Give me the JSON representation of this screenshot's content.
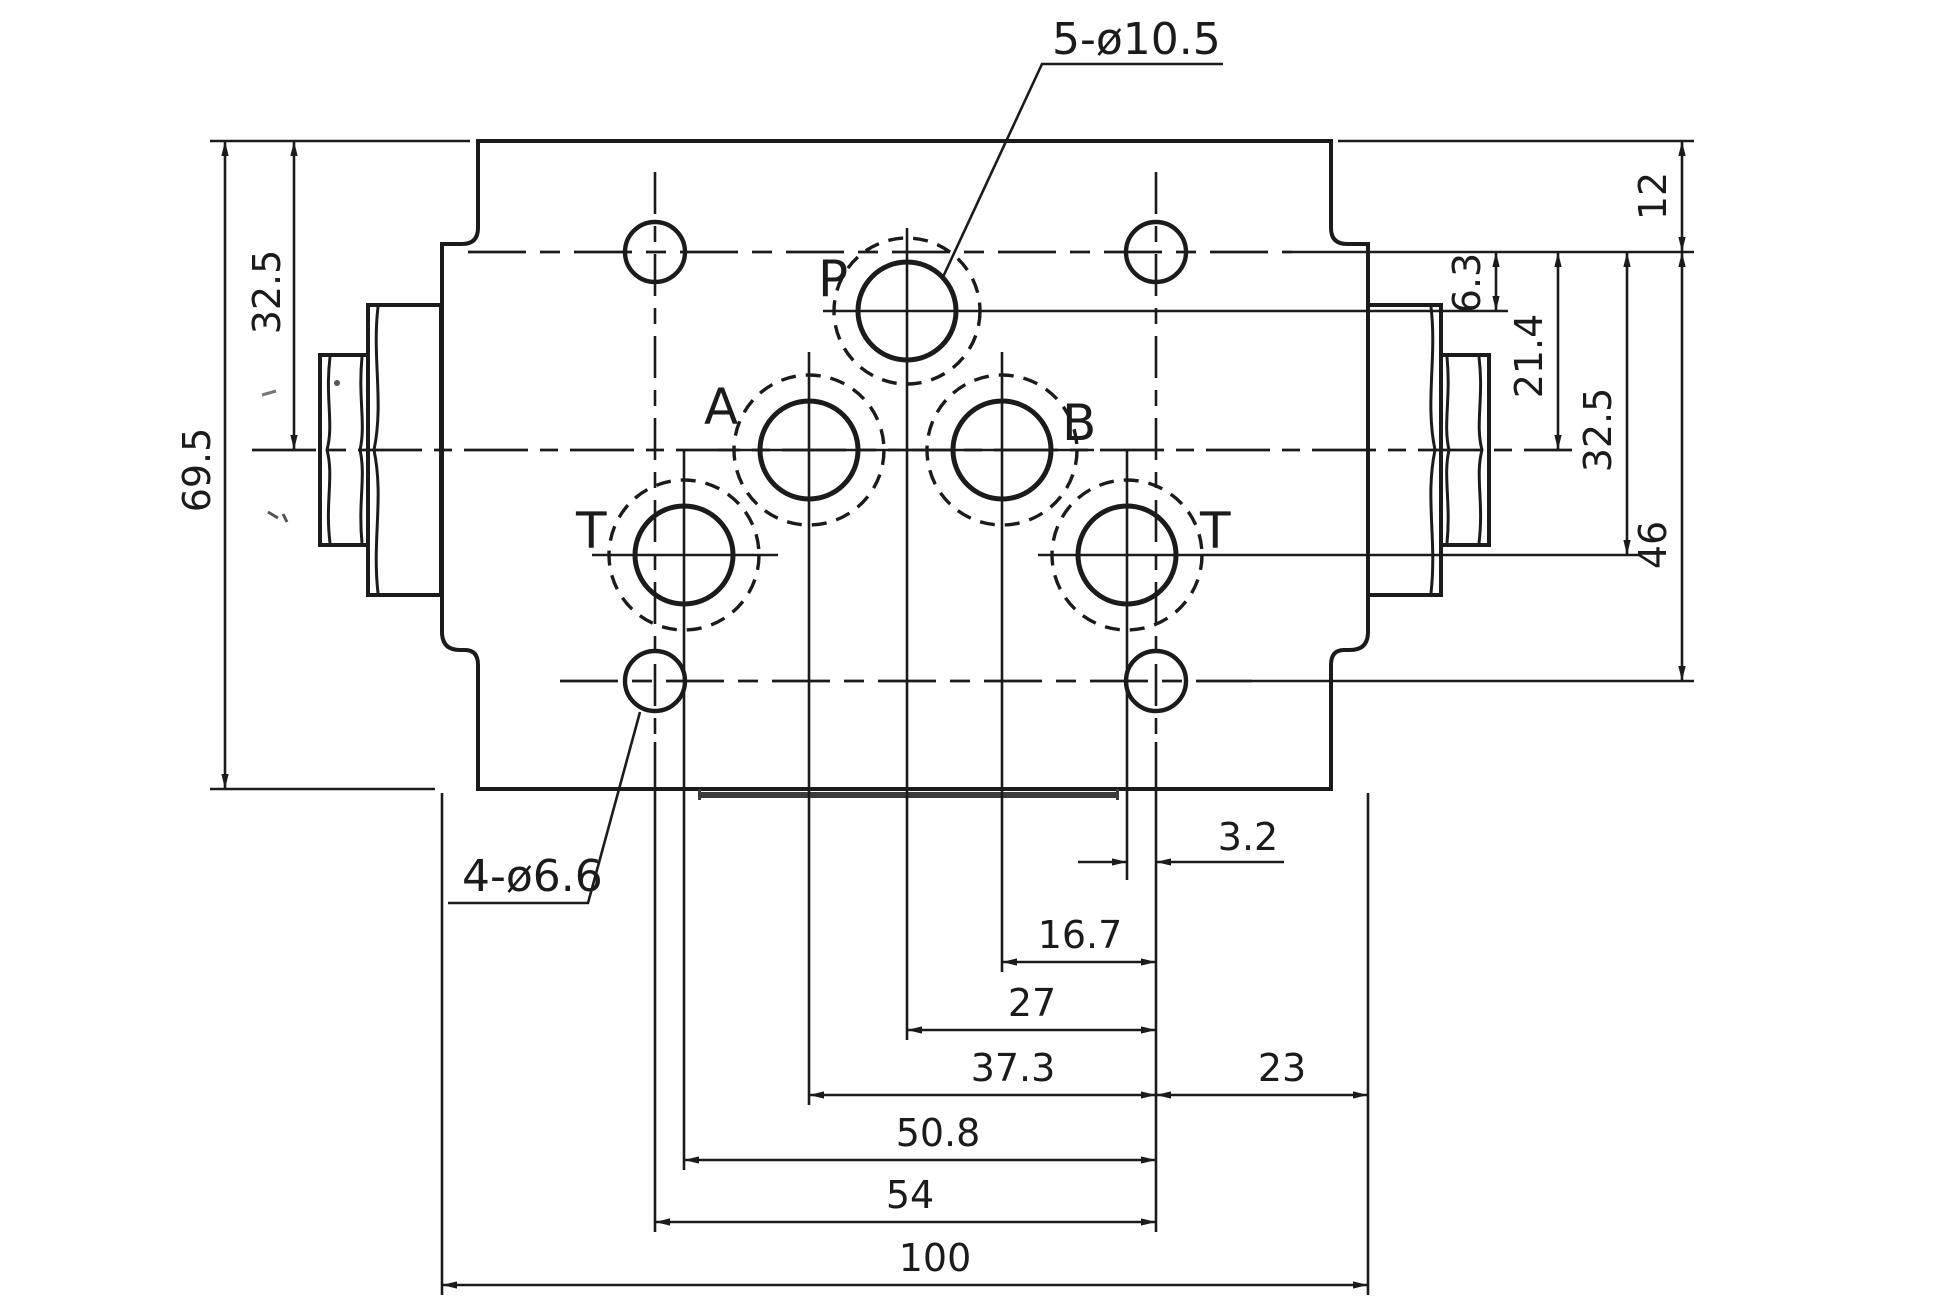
{
  "notes": {
    "ports_note": "5-ø10.5",
    "bolts_note": "4-ø6.6"
  },
  "port_labels": {
    "p": "P",
    "a": "A",
    "b": "B",
    "t_left": "T",
    "t_right": "T"
  },
  "dims": {
    "d69_5": "69.5",
    "d32_5_left": "32.5",
    "d12": "12",
    "d6_3": "6.3",
    "d21_4": "21.4",
    "d32_5_right": "32.5",
    "d46": "46",
    "d3_2": "3.2",
    "d16_7": "16.7",
    "d27": "27",
    "d37_3": "37.3",
    "d23": "23",
    "d50_8": "50.8",
    "d54": "54",
    "d100": "100"
  },
  "colors": {
    "ink": "#1b1b1b",
    "paper": "#ffffff",
    "mounting_face": "#3c3c3c"
  }
}
